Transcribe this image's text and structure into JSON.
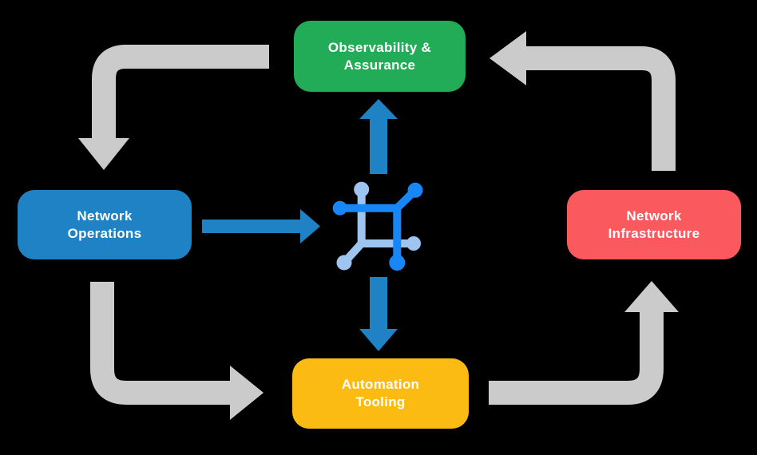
{
  "diagram": {
    "title": "",
    "nodes": [
      {
        "id": "observability-assurance",
        "label": "Observability &\nAssurance",
        "color": "#22AC57",
        "position": "top-center"
      },
      {
        "id": "network-operations",
        "label": "Network\nOperations",
        "color": "#1F82C4",
        "position": "middle-left"
      },
      {
        "id": "network-infrastructure",
        "label": "Network\nInfrastructure",
        "color": "#FA5A5E",
        "position": "middle-right"
      },
      {
        "id": "automation-tooling",
        "label": "Automation\nTooling",
        "color": "#FCBB13",
        "position": "bottom-center"
      }
    ],
    "center_icon": {
      "name": "network-mesh-icon",
      "dark_color": "#1787F8",
      "light_color": "#9EC4F0"
    },
    "edges": [
      {
        "from": "observability-assurance",
        "to": "network-operations",
        "style": "cycle",
        "color": "#CBCBCB"
      },
      {
        "from": "network-operations",
        "to": "automation-tooling",
        "style": "cycle",
        "color": "#CBCBCB"
      },
      {
        "from": "automation-tooling",
        "to": "network-infrastructure",
        "style": "cycle",
        "color": "#CBCBCB"
      },
      {
        "from": "network-infrastructure",
        "to": "observability-assurance",
        "style": "cycle",
        "color": "#CBCBCB"
      },
      {
        "from": "network-operations",
        "to": "center-icon",
        "style": "flow",
        "color": "#1F82C4"
      },
      {
        "from": "center-icon",
        "to": "observability-assurance",
        "style": "flow",
        "color": "#1F82C4"
      },
      {
        "from": "center-icon",
        "to": "automation-tooling",
        "style": "flow",
        "color": "#1F82C4"
      }
    ],
    "colors": {
      "background": "#000000",
      "cycle_arrow": "#CBCBCB",
      "flow_arrow": "#1F82C4",
      "node_text": "#FFFFFF"
    }
  }
}
